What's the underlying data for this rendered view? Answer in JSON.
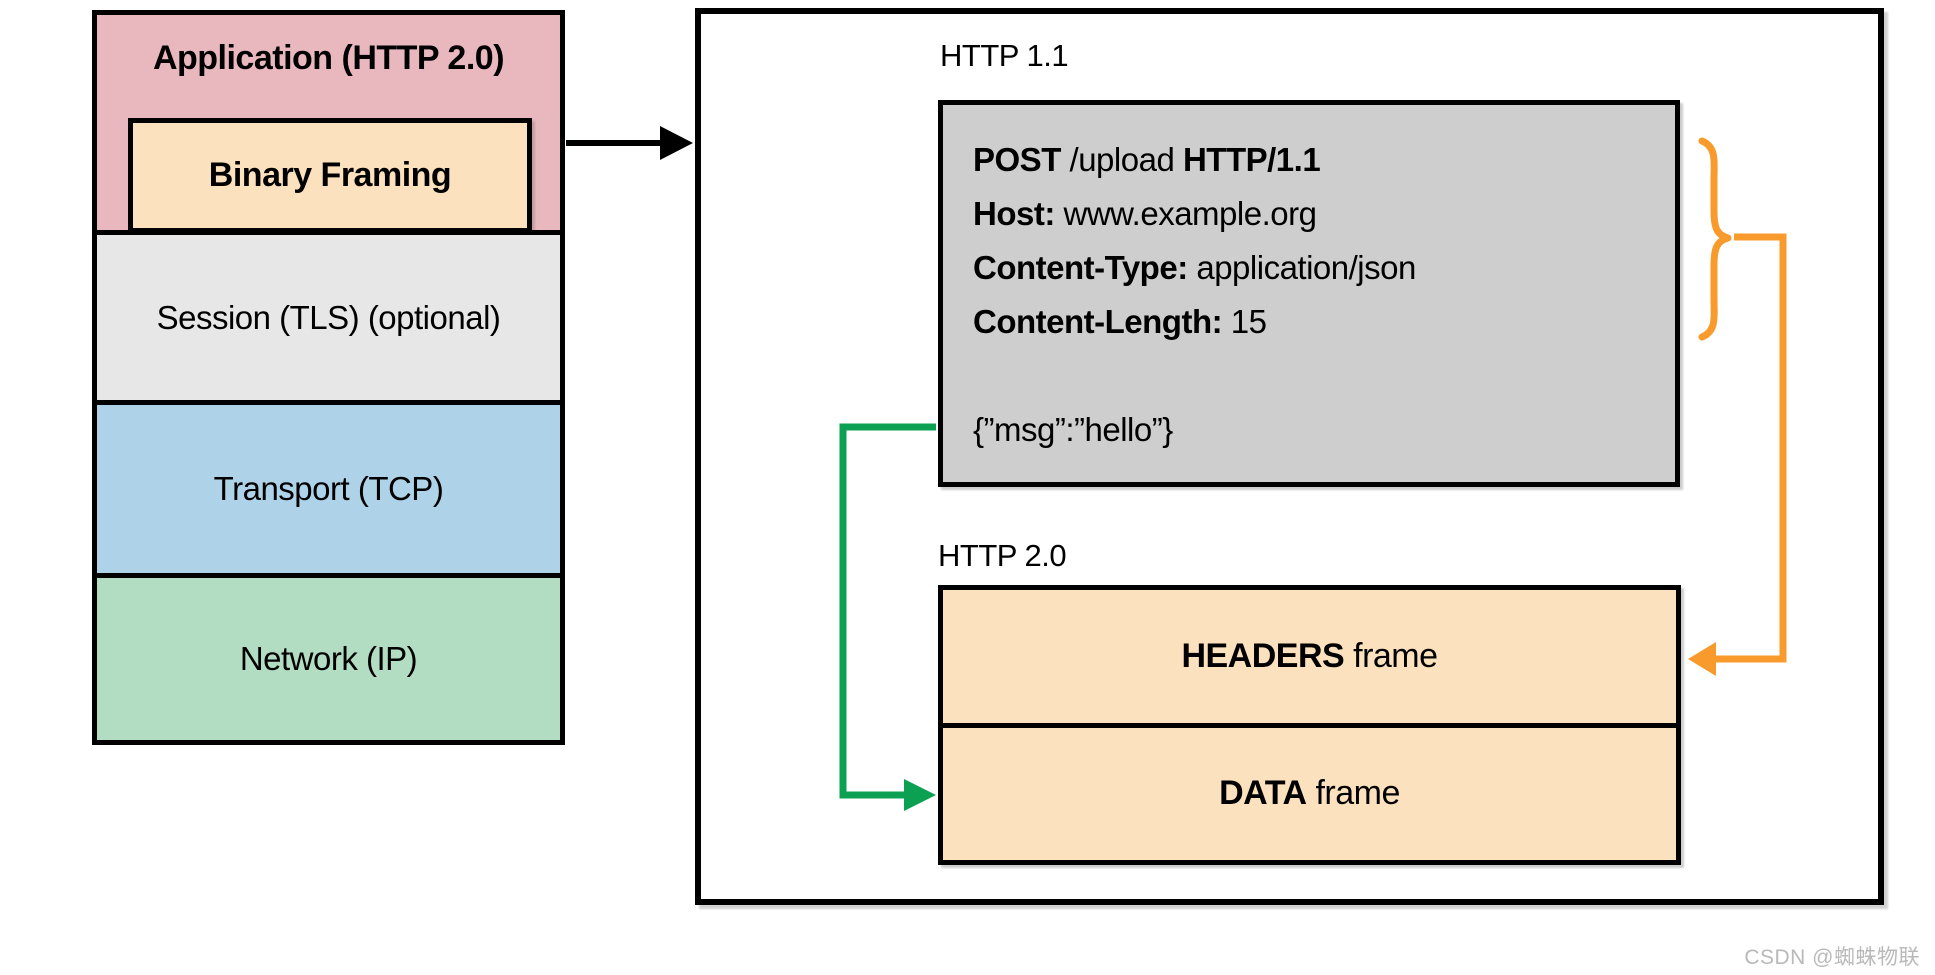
{
  "stack": {
    "application": {
      "label": "Application (HTTP 2.0)"
    },
    "binary_framing": {
      "label": "Binary Framing"
    },
    "layers": [
      {
        "label": "Session (TLS) (optional)"
      },
      {
        "label": "Transport (TCP)"
      },
      {
        "label": "Network (IP)"
      }
    ]
  },
  "panel": {
    "http11_label": "HTTP 1.1",
    "request": {
      "line1_method": "POST",
      "line1_path": " /upload ",
      "line1_version": "HTTP/1.1",
      "host_key": "Host:",
      "host_value": " www.example.org",
      "content_type_key": "Content-Type:",
      "content_type_value": " application/json",
      "content_length_key": "Content-Length:",
      "content_length_value": " 15",
      "body": "{”msg”:”hello”}"
    },
    "http20_label": "HTTP 2.0",
    "frames": [
      {
        "bold": "HEADERS",
        "rest": " frame"
      },
      {
        "bold": "DATA",
        "rest": " frame"
      }
    ]
  },
  "watermark": "CSDN @蜘蛛物联",
  "colors": {
    "application_fill": "#e9b8bf",
    "binary_framing_fill": "#fbe1bd",
    "session_fill": "#e7e7e7",
    "transport_fill": "#aed3e8",
    "network_fill": "#b2ddc3",
    "request_fill": "#cecece",
    "frames_fill": "#fbe1bd",
    "headers_connector": "#f89b2c",
    "data_connector": "#0ca152",
    "border": "#000000",
    "watermark_text": "#b9b9b9"
  }
}
